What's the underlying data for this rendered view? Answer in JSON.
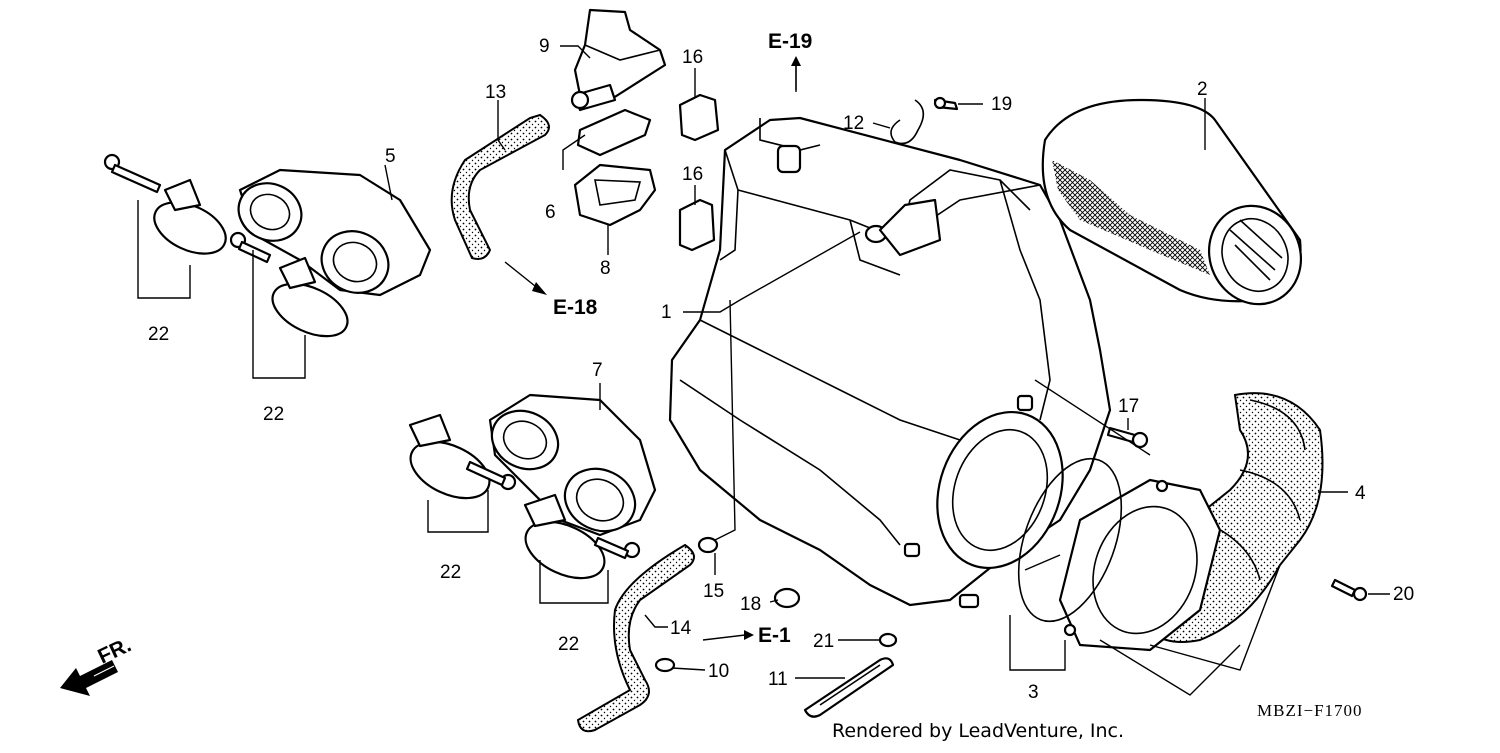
{
  "parts": {
    "p1": "1",
    "p2": "2",
    "p3": "3",
    "p4": "4",
    "p5": "5",
    "p6": "6",
    "p7": "7",
    "p8": "8",
    "p9": "9",
    "p10": "10",
    "p11": "11",
    "p12": "12",
    "p13": "13",
    "p14": "14",
    "p15": "15",
    "p16a": "16",
    "p16b": "16",
    "p17": "17",
    "p18": "18",
    "p19": "19",
    "p20": "20",
    "p21": "21",
    "p22a": "22",
    "p22b": "22",
    "p22c": "22",
    "p22d": "22"
  },
  "refs": {
    "e19": "E-19",
    "e18": "E-18",
    "e1": "E-1",
    "front": "FR."
  },
  "diagram_code": "MBZI−F1700",
  "rendered_by": "Rendered by LeadVenture, Inc."
}
